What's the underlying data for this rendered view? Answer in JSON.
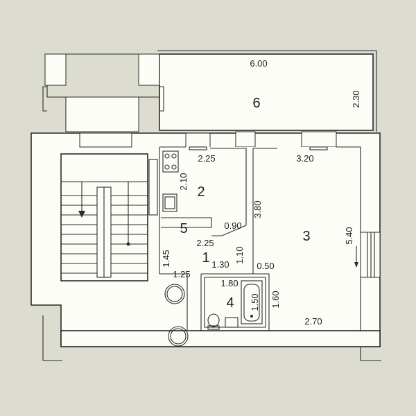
{
  "rooms": {
    "r1": "1",
    "r2": "2",
    "r3": "3",
    "r4": "4",
    "r5": "5",
    "r6": "6"
  },
  "dimensions": {
    "balcony_width": "6.00",
    "balcony_depth": "2.30",
    "kitchen_width": "2.25",
    "kitchen_depth": "2.10",
    "living_width": "3.20",
    "living_depth": "5.40",
    "living_partition": "3.80",
    "living_bottom": "2.70",
    "living_lower": "1.60",
    "pantry_width": "2.25",
    "pantry_side": "0.90",
    "hall_depth": "1.45",
    "hall_width": "1.30",
    "hall_side": "1.10",
    "hall_door": "0.50",
    "hall_lower": "1.25",
    "bath_width": "1.80",
    "tub_length": "1.50"
  },
  "colors": {
    "paper": "#dcdcd0",
    "floor": "#fdfdf8",
    "line": "#2a2a2a"
  }
}
